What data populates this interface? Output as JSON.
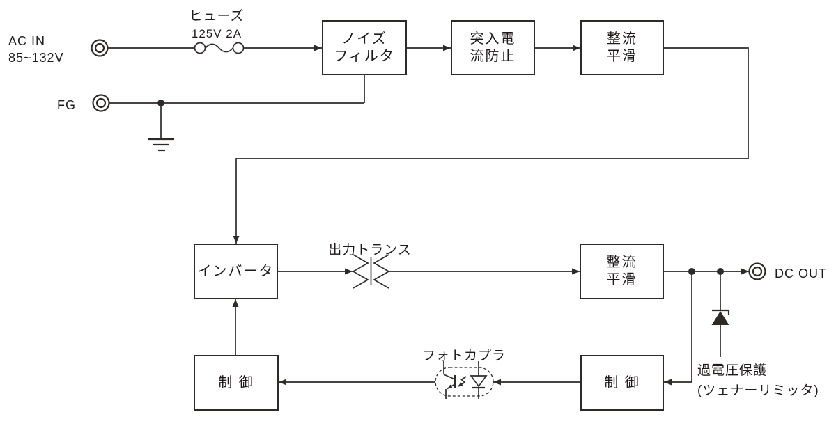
{
  "labels": {
    "ac_in_line1": "AC IN",
    "ac_in_line2": "85~132V",
    "fg": "FG",
    "fuse_line1": "ヒューズ",
    "fuse_line2": "125V 2A",
    "output_transformer": "出力トランス",
    "photocoupler": "フォトカプラ",
    "overvoltage_line1": "過電圧保護",
    "overvoltage_line2": "(ツェナーリミッタ)",
    "dc_out": "DC OUT"
  },
  "boxes": {
    "noise_filter": {
      "line1": "ノイズ",
      "line2": "フィルタ"
    },
    "inrush": {
      "line1": "突入電",
      "line2": "流防止"
    },
    "rectifier_top": {
      "line1": "整流",
      "line2": "平滑"
    },
    "inverter": {
      "line1": "インバータ"
    },
    "rectifier_bottom": {
      "line1": "整流",
      "line2": "平滑"
    },
    "control_left": {
      "line1": "制 御"
    },
    "control_right": {
      "line1": "制 御"
    }
  },
  "colors": {
    "line": "#2e2a28",
    "text": "#1e1a19",
    "background": "#ffffff"
  }
}
